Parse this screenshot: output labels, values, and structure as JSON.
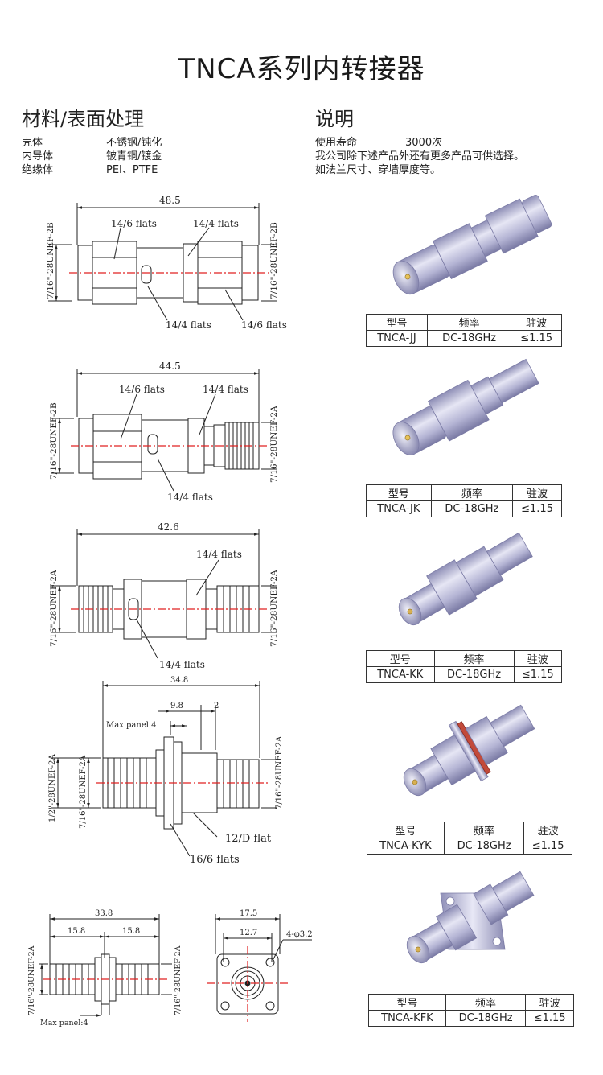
{
  "page": {
    "title": "TNCA系列内转接器",
    "materials_heading": "材料/表面处理",
    "notes_heading": "说明"
  },
  "materials": [
    {
      "part": "壳体",
      "value": "不锈钢/钝化"
    },
    {
      "part": "内导体",
      "value": "铍青铜/镀金"
    },
    {
      "part": "绝缘体",
      "value": "PEI、PTFE"
    }
  ],
  "notes": {
    "life_label": "使用寿命",
    "life_value": "3000次",
    "line2": "我公司除下述产品外还有更多产品可供选择。",
    "line3": "如法兰尺寸、穿墙厚度等。"
  },
  "table_headers": {
    "model": "型号",
    "freq": "频率",
    "vswr": "驻波"
  },
  "products": [
    {
      "model": "TNCA-JJ",
      "freq": "DC-18GHz",
      "vswr": "≤1.15"
    },
    {
      "model": "TNCA-JK",
      "freq": "DC-18GHz",
      "vswr": "≤1.15"
    },
    {
      "model": "TNCA-KK",
      "freq": "DC-18GHz",
      "vswr": "≤1.15"
    },
    {
      "model": "TNCA-KYK",
      "freq": "DC-18GHz",
      "vswr": "≤1.15"
    },
    {
      "model": "TNCA-KFK",
      "freq": "DC-18GHz",
      "vswr": "≤1.15"
    }
  ],
  "drawings": {
    "jj": {
      "length": "48.5",
      "flat_a": "14/6 flats",
      "flat_b": "14/4 flats",
      "flat_c": "14/4 flats",
      "flat_d": "14/6 flats",
      "thread_l": "7/16\"-28UNEF-2B",
      "thread_r": "7/16\"-28UNEF-2B"
    },
    "jk": {
      "length": "44.5",
      "flat_a": "14/6 flats",
      "flat_b": "14/4 flats",
      "flat_c": "14/4 flats",
      "thread_l": "7/16\"-28UNEF-2B",
      "thread_r": "7/16\"-28UNEF-2A"
    },
    "kk": {
      "length": "42.6",
      "flat_a": "14/4 flats",
      "flat_b": "14/4 flats",
      "thread_l": "7/16\"-28UNEF-2A",
      "thread_r": "7/16\"-28UNEF-2A"
    },
    "kyk": {
      "length": "34.8",
      "dim_a": "9.8",
      "dim_b": "2",
      "panel": "Max panel 4",
      "flat_a": "12/D flat",
      "flat_b": "16/6 flats",
      "thread_l1": "1/2\"-28UNEF-2A",
      "thread_l2": "7/16\"-28UNEF-2A",
      "thread_r": "7/16\"-28UNEF-2A"
    },
    "kfk": {
      "length": "33.8",
      "half_a": "15.8",
      "half_b": "15.8",
      "panel": "Max panel:4",
      "thread_l": "7/16\"-28UNEF-2A",
      "thread_r": "7/16\"-28UNEF-2A",
      "flange": "17.5",
      "hole_pitch": "12.7",
      "holes": "4-φ3.2"
    }
  },
  "colors": {
    "dim_line": "#222222",
    "center_line": "#e02020",
    "metal": "#b9b9d9",
    "gasket": "#c24a3a"
  }
}
